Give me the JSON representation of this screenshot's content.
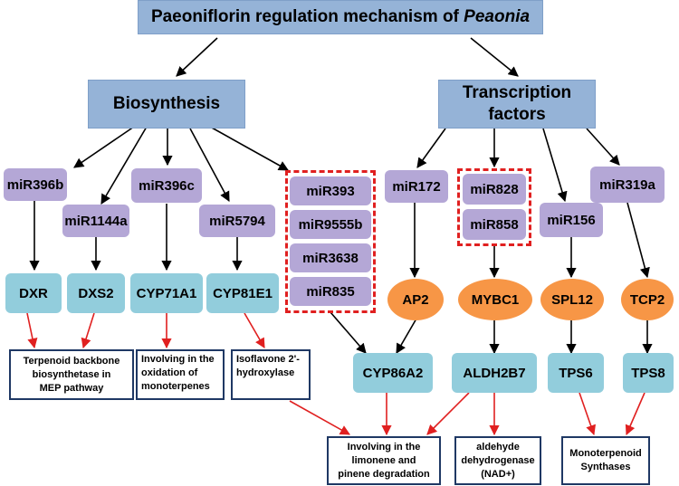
{
  "title": {
    "main": "Paeoniflorin regulation mechanism of",
    "genus": "Peaonia"
  },
  "sections": {
    "biosynthesis": "Biosynthesis",
    "transcription_line1": "Transcription",
    "transcription_line2": "factors"
  },
  "mirnas": {
    "miR396b": "miR396b",
    "miR1144a": "miR1144a",
    "miR396c": "miR396c",
    "miR5794": "miR5794",
    "miR393": "miR393",
    "miR9555b": "miR9555b",
    "miR3638": "miR3638",
    "miR835": "miR835",
    "miR172": "miR172",
    "miR828": "miR828",
    "miR858": "miR858",
    "miR156": "miR156",
    "miR319a": "miR319a"
  },
  "genes": {
    "DXR": "DXR",
    "DXS2": "DXS2",
    "CYP71A1": "CYP71A1",
    "CYP81E1": "CYP81E1",
    "CYP86A2": "CYP86A2",
    "ALDH2B7": "ALDH2B7",
    "TPS6": "TPS6",
    "TPS8": "TPS8"
  },
  "transcription_factors": {
    "AP2": "AP2",
    "MYBC1": "MYBC1",
    "SPL12": "SPL12",
    "TCP2": "TCP2"
  },
  "functions": {
    "terpenoid_line1": "Terpenoid backbone",
    "terpenoid_line2": "biosynthetase in",
    "terpenoid_line3": "MEP pathway",
    "oxidation_line1": "Involving in the",
    "oxidation_line2": "oxidation of",
    "oxidation_line3": "monoterpenes",
    "isoflavone_line1": "Isoflavone 2'-",
    "isoflavone_line2": "hydroxylase",
    "degradation_line1": "Involving in the",
    "degradation_line2": "limonene and",
    "degradation_line3": "pinene degradation",
    "aldehyde_line1": "aldehyde",
    "aldehyde_line2": "dehydrogenase",
    "aldehyde_line3": "(NAD+)",
    "mono_line1": "Monoterpenoid",
    "mono_line2": "Synthases"
  },
  "colors": {
    "header": "#95b3d7",
    "mirna": "#b4a7d6",
    "gene": "#92cddc",
    "transcription_factor": "#f79646",
    "function_border": "#1f3864",
    "red_arrow": "#e02020",
    "dashed_group": "#e02020"
  }
}
